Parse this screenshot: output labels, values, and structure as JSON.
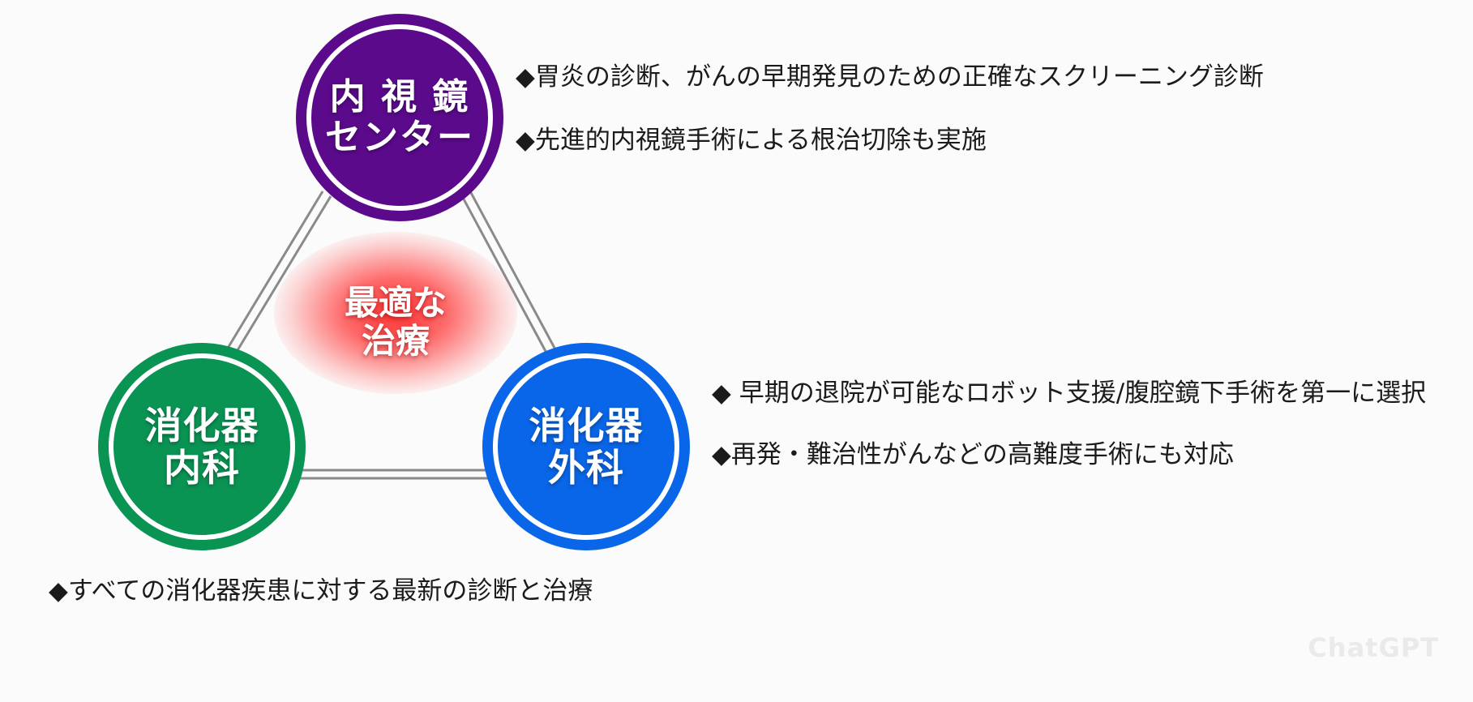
{
  "diagram": {
    "nodes": {
      "endoscopy": {
        "label": "内 視 鏡\nセンター",
        "color": "#5b0a8c"
      },
      "internal": {
        "label": "消化器\n内科",
        "color": "#0a9454"
      },
      "surgery": {
        "label": "消化器\n外科",
        "color": "#0a66e8"
      }
    },
    "center": {
      "label": "最適な\n治療",
      "color": "#ff3b3b"
    }
  },
  "bullets": {
    "endoscopy": [
      "◆胃炎の診断、がんの早期発見のための正確なスクリーニング診断",
      "◆先進的内視鏡手術による根治切除も実施"
    ],
    "surgery": [
      "◆ 早期の退院が可能なロボット支援/腹腔鏡下手術を第一に選択",
      "◆再発・難治性がんなどの高難度手術にも対応"
    ],
    "internal": [
      "◆すべての消化器疾患に対する最新の診断と治療"
    ]
  },
  "watermark": "ChatGPT"
}
